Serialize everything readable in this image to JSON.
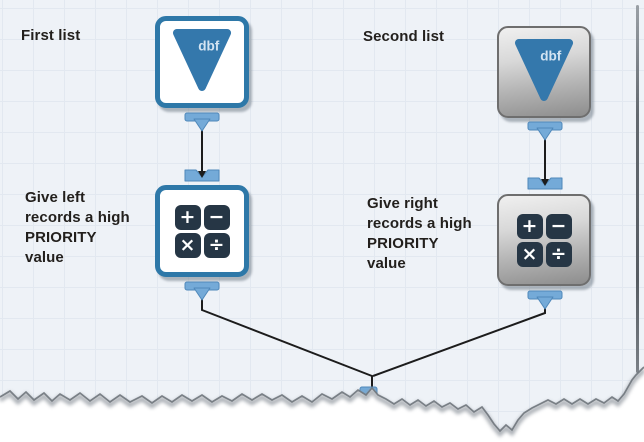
{
  "canvas": {
    "bg_color": "#eef2f7",
    "grid_color": "#e2e8f0"
  },
  "annotations": {
    "first_list": "First list",
    "second_list": "Second list",
    "left_caption": "Give left\nrecords a high\nPRIORITY\nvalue",
    "right_caption": "Give right\nrecords a high\nPRIORITY\nvalue"
  },
  "tools": {
    "dbf_label": "dbf",
    "formula_symbols": {
      "plus": "+",
      "minus": "−",
      "multiply": "×",
      "divide": "÷"
    }
  },
  "colors": {
    "tool_border_blue": "#2e78a8",
    "tool_border_gray": "#6e6e6e",
    "triangle_blue": "#3478ac",
    "calculator_dark": "#263645",
    "anchor_blue": "#74aad8",
    "wire_black": "#1c1c1c"
  }
}
